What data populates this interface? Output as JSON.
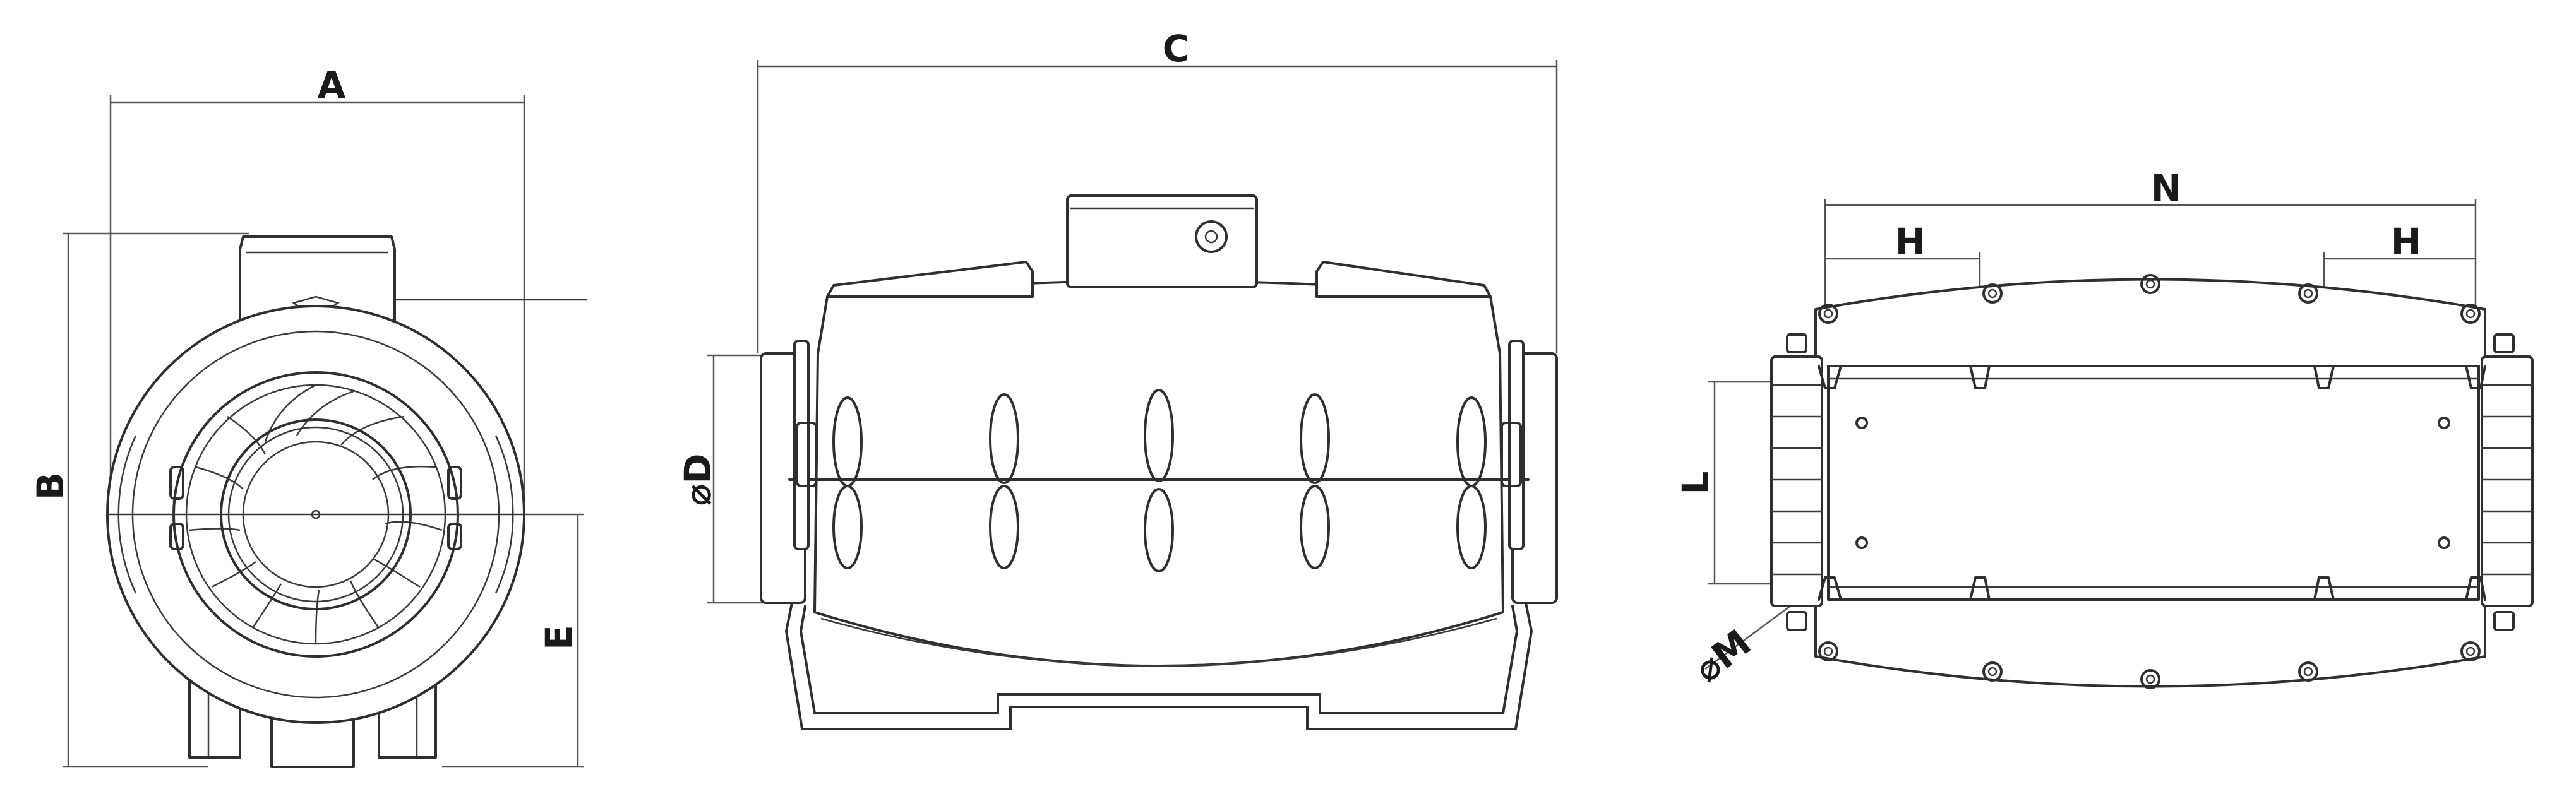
{
  "dimension_labels": {
    "a": "A",
    "b": "B",
    "c": "C",
    "d": "⌀D",
    "e": "E",
    "h_left": "H",
    "h_right": "H",
    "l": "L",
    "m": "⌀M",
    "n": "N"
  }
}
